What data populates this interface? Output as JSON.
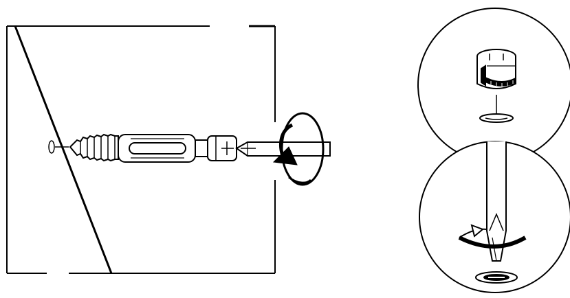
{
  "figure": {
    "kind": "furniture-assembly-instruction",
    "text": [],
    "colors": {
      "ink": "#000000",
      "paper": "#ffffff",
      "shade": "#9a9a9a"
    },
    "panels": [
      {
        "id": "main",
        "depicts": "cam-bolt-screwed-into-panel-edge-with-screwdriver"
      },
      {
        "id": "detail-top",
        "depicts": "cam-lock-fitting-above-hole"
      },
      {
        "id": "detail-bottom",
        "depicts": "screwdriver-turning-cam-lock"
      }
    ],
    "icons": [
      "rotation-arrow-icon",
      "screwdriver-icon",
      "cam-bolt-icon",
      "cam-lock-icon"
    ]
  }
}
